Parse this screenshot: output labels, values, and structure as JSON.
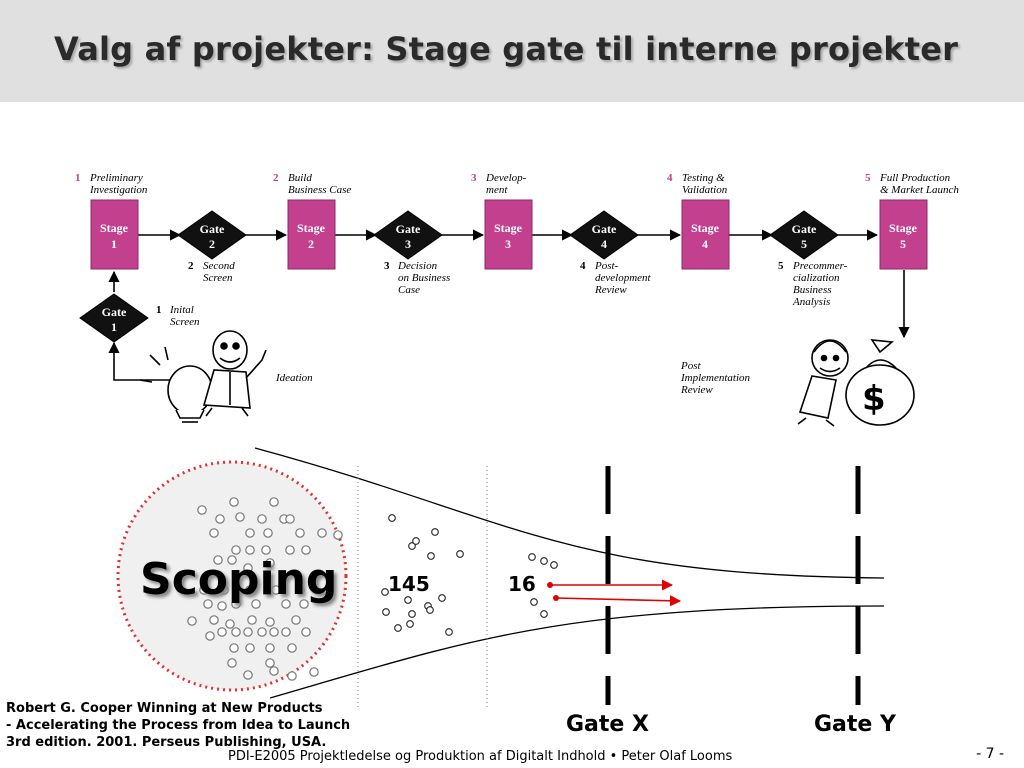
{
  "title": "Valg af projekter: Stage gate til interne projekter",
  "stages": [
    {
      "num": "1",
      "caption_line1": "Preliminary",
      "caption_line2": "Investigation",
      "box_line1": "Stage",
      "box_line2": "1"
    },
    {
      "num": "2",
      "caption_line1": "Build",
      "caption_line2": "Business Case",
      "box_line1": "Stage",
      "box_line2": "2"
    },
    {
      "num": "3",
      "caption_line1": "Develop-",
      "caption_line2": "ment",
      "box_line1": "Stage",
      "box_line2": "3"
    },
    {
      "num": "4",
      "caption_line1": "Testing &",
      "caption_line2": "Validation",
      "box_line1": "Stage",
      "box_line2": "4"
    },
    {
      "num": "5",
      "caption_line1": "Full Production",
      "caption_line2": "& Market Launch",
      "box_line1": "Stage",
      "box_line2": "5"
    }
  ],
  "gates": [
    {
      "box_line1": "Gate",
      "box_line2": "1",
      "num": "1",
      "caption": [
        "Inital",
        "Screen"
      ]
    },
    {
      "box_line1": "Gate",
      "box_line2": "2",
      "num": "2",
      "caption": [
        "Second",
        "Screen"
      ]
    },
    {
      "box_line1": "Gate",
      "box_line2": "3",
      "num": "3",
      "caption": [
        "Decision",
        "on Business",
        "Case"
      ]
    },
    {
      "box_line1": "Gate",
      "box_line2": "4",
      "num": "4",
      "caption": [
        "Post-",
        "development",
        "Review"
      ]
    },
    {
      "box_line1": "Gate",
      "box_line2": "5",
      "num": "5",
      "caption": [
        "Precommer-",
        "cialization",
        "Business",
        "Analysis"
      ]
    }
  ],
  "ideation_label": "Ideation",
  "post_impl_label": [
    "Post",
    "Implementation",
    "Review"
  ],
  "funnel": {
    "scoping_label": "Scoping",
    "count_a": "145",
    "count_b": "16",
    "gate_x": "Gate X",
    "gate_y": "Gate Y"
  },
  "colors": {
    "stage": "#c2408e",
    "gate": "#111111",
    "arrow_red": "#e00000",
    "circle_dotted": "#e03030"
  },
  "citation": [
    "Robert G. Cooper Winning at New Products",
    "- Accelerating the Process from Idea to Launch",
    "3rd edition. 2001. Perseus Publishing, USA."
  ],
  "footer": "PDI-E2005 Projektledelse og Produktion af Digitalt Indhold •  Peter Olaf Looms",
  "page_number": "- 7 -"
}
